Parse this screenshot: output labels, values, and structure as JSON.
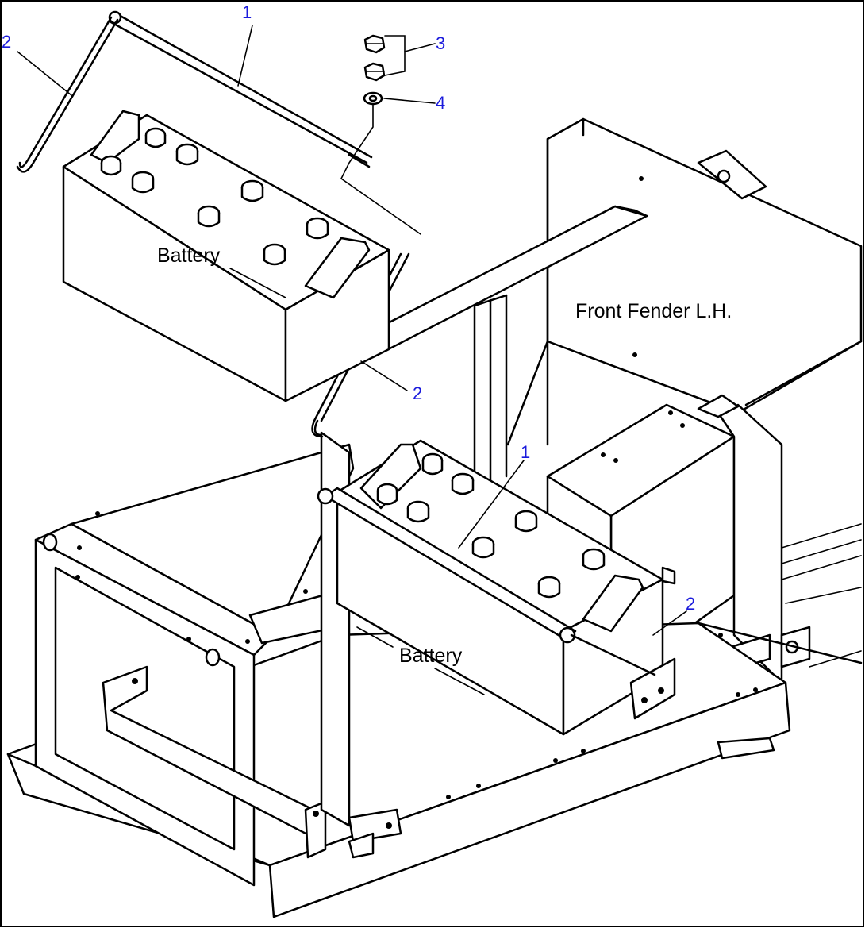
{
  "labels": {
    "battery_upper": "Battery",
    "battery_lower": "Battery",
    "front_fender": "Front Fender L.H."
  },
  "callouts": {
    "c1_top": "1",
    "c1_mid": "1",
    "c2_left": "2",
    "c2_mid": "2",
    "c2_right": "2",
    "c3": "3",
    "c4": "4"
  },
  "colors": {
    "callout": "#1a1adc",
    "line": "#000000",
    "background": "#ffffff"
  }
}
